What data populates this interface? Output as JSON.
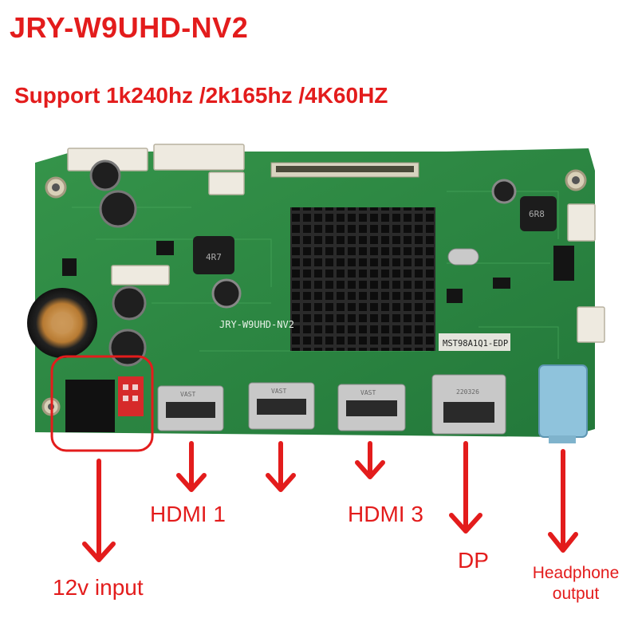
{
  "header": {
    "title": "JRY-W9UHD-NV2",
    "subtitle": "Support 1k240hz /2k165hz /4K60HZ"
  },
  "board": {
    "silk_model": "JRY-W9UHD-NV2",
    "chip_label": "MST98A1Q1-EDP",
    "inductor_label": "4R7",
    "inductor2_label": "6R8",
    "hdmi_marking": "VAST",
    "dp_marking": "220326"
  },
  "labels": {
    "hdmi1": "HDMI 1",
    "hdmi3": "HDMI 3",
    "dp": "DP",
    "power": "12v input",
    "headphone_line1": "Headphone",
    "headphone_line2": "output"
  },
  "colors": {
    "accent": "#e31c1c",
    "pcb": "#2f8a45"
  }
}
